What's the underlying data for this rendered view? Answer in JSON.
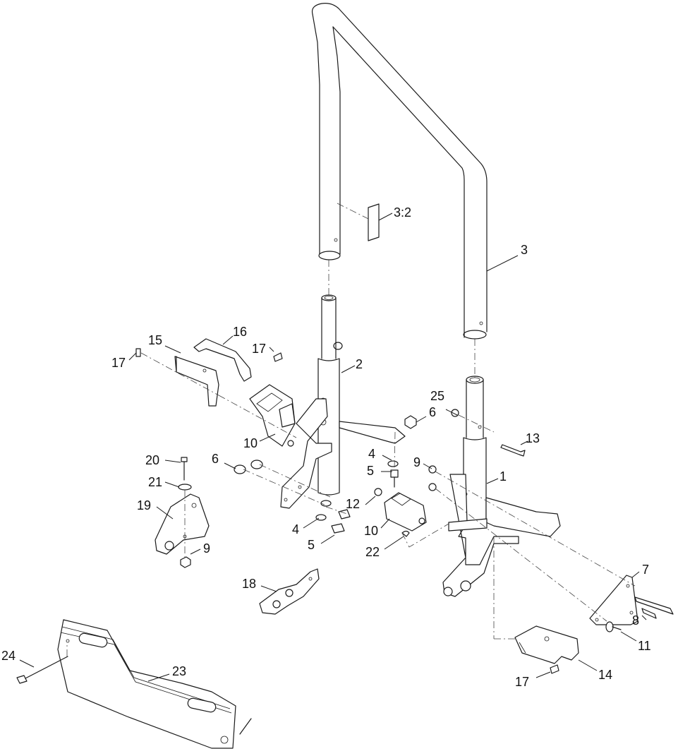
{
  "callouts": {
    "c1": "1",
    "c2": "2",
    "c3": "3",
    "c3_2": "3:2",
    "c4a": "4",
    "c4b": "4",
    "c5a": "5",
    "c5b": "5",
    "c6a": "6",
    "c6b": "6",
    "c7": "7",
    "c8": "8",
    "c9a": "9",
    "c9b": "9",
    "c10a": "10",
    "c10b": "10",
    "c11": "11",
    "c12": "12",
    "c13": "13",
    "c14": "14",
    "c15": "15",
    "c16": "16",
    "c17a": "17",
    "c17b": "17",
    "c17c": "17",
    "c18": "18",
    "c19": "19",
    "c20": "20",
    "c21": "21",
    "c22": "22",
    "c23": "23",
    "c24": "24",
    "c25": "25"
  }
}
